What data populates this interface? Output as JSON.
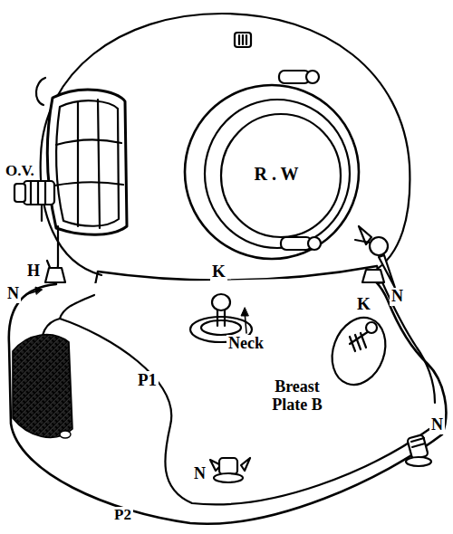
{
  "diagram": {
    "nodes": [
      {
        "text": [
          "R . W"
        ]
      }
    ],
    "labels": [
      "O.V.",
      "H",
      "N",
      "N",
      "Neck",
      "K",
      "K",
      "Breast Plate B",
      "N",
      "N",
      "P1",
      "P2"
    ]
  }
}
